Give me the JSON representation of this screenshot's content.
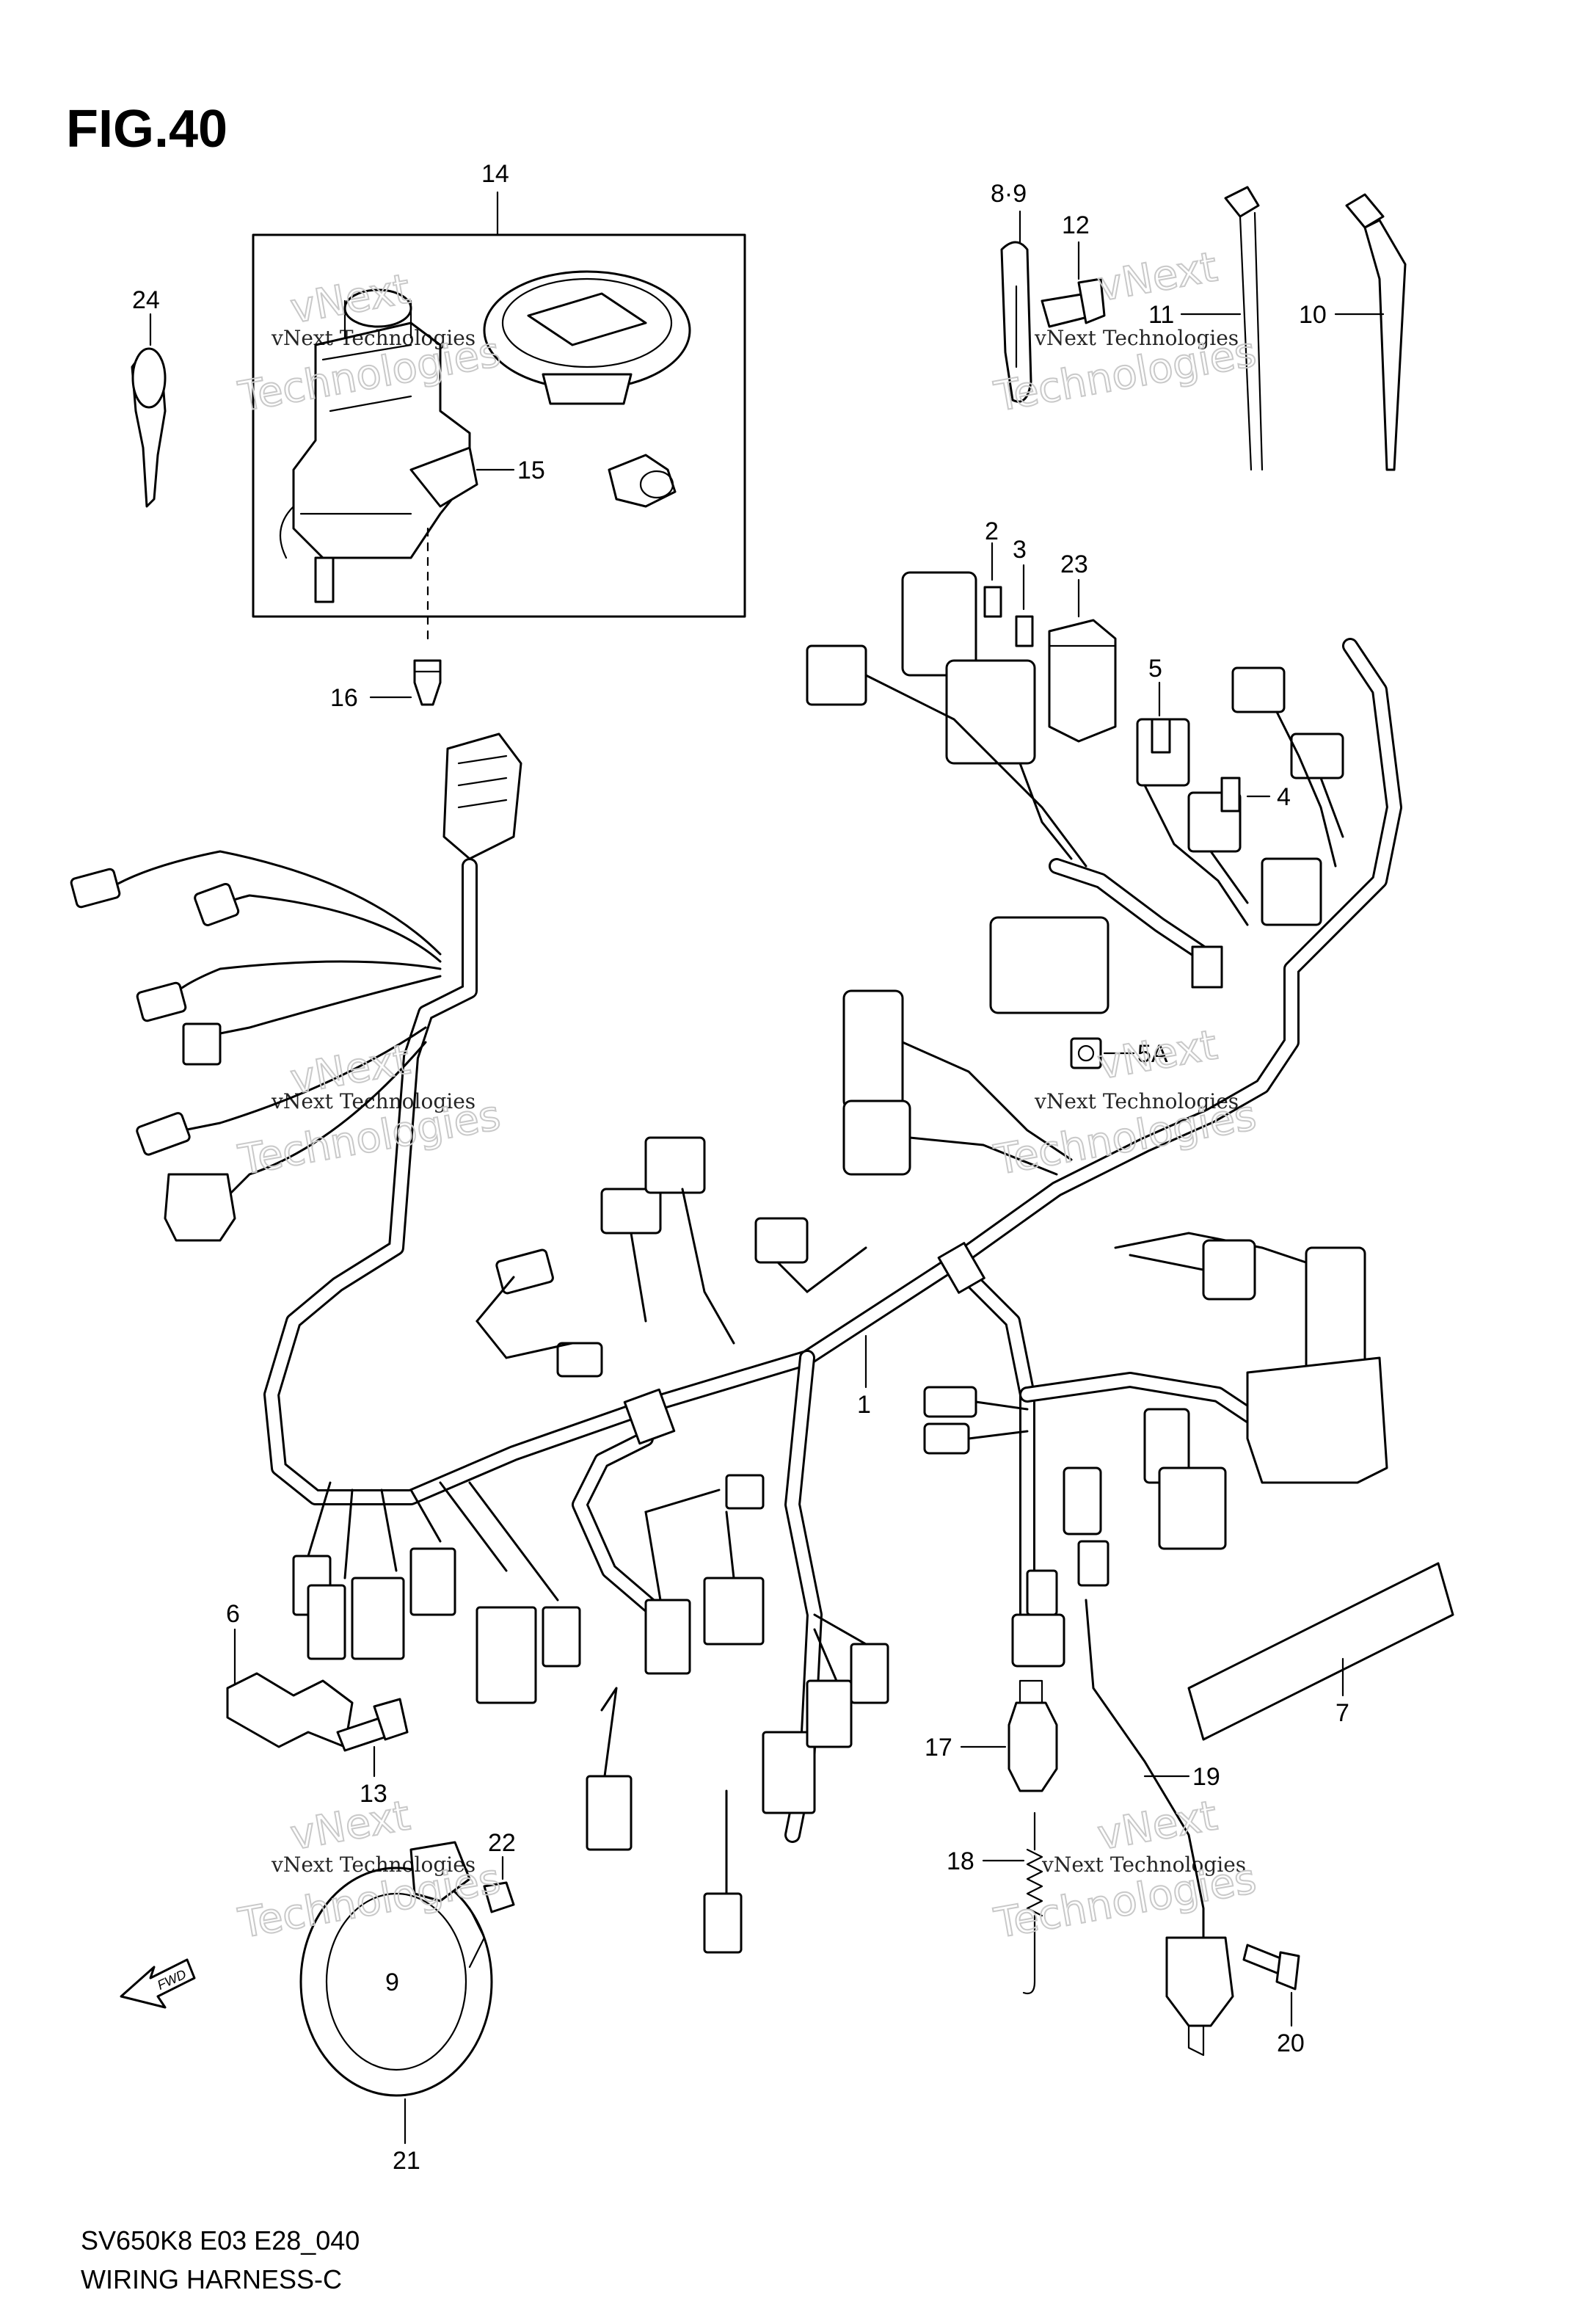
{
  "figure": {
    "title": "FIG.40",
    "model_code": "SV650K8 E03 E28_040",
    "diagram_name": "WIRING HARNESS-C"
  },
  "watermark": {
    "line1": "vNext Technologies",
    "line2": "vNext",
    "line3": "Technologies"
  },
  "callouts": {
    "c1": "1",
    "c2": "2",
    "c3": "3",
    "c4": "4",
    "c5": "5",
    "c5a": "5A",
    "c6": "6",
    "c7": "7",
    "c89": "8·9",
    "c10": "10",
    "c11": "11",
    "c12": "12",
    "c13": "13",
    "c14": "14",
    "c15": "15",
    "c16": "16",
    "c17": "17",
    "c18": "18",
    "c19": "19",
    "c20": "20",
    "c21": "21",
    "c22": "22",
    "c23": "23",
    "c24": "24"
  },
  "fwd_label": "FWD",
  "colors": {
    "ink": "#000000",
    "paper": "#ffffff",
    "watermark": "#c9c9c9"
  }
}
